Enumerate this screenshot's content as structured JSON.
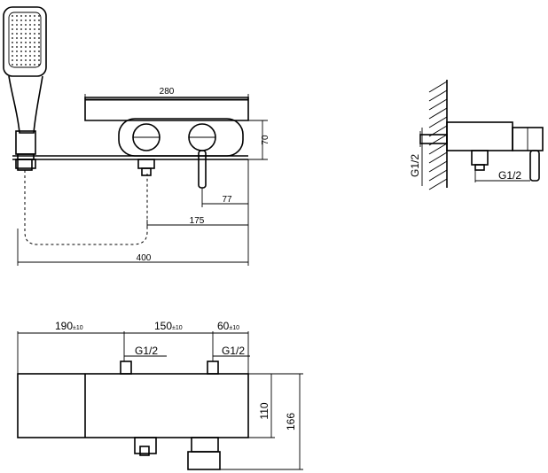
{
  "front_view": {
    "dim_width_top": "280",
    "dim_height": "70",
    "dim_lever_offset": "77",
    "dim_mid": "175",
    "dim_total": "400"
  },
  "side_view": {
    "thread_vertical": "G1/2",
    "thread_horizontal": "G1/2"
  },
  "top_view": {
    "dim_a": "190",
    "dim_a_tol": "±10",
    "dim_b": "150",
    "dim_b_tol": "±10",
    "dim_c": "60",
    "dim_c_tol": "±10",
    "thread_left": "G1/2",
    "thread_right": "G1/2",
    "dim_body_height": "110",
    "dim_total_height": "166"
  }
}
